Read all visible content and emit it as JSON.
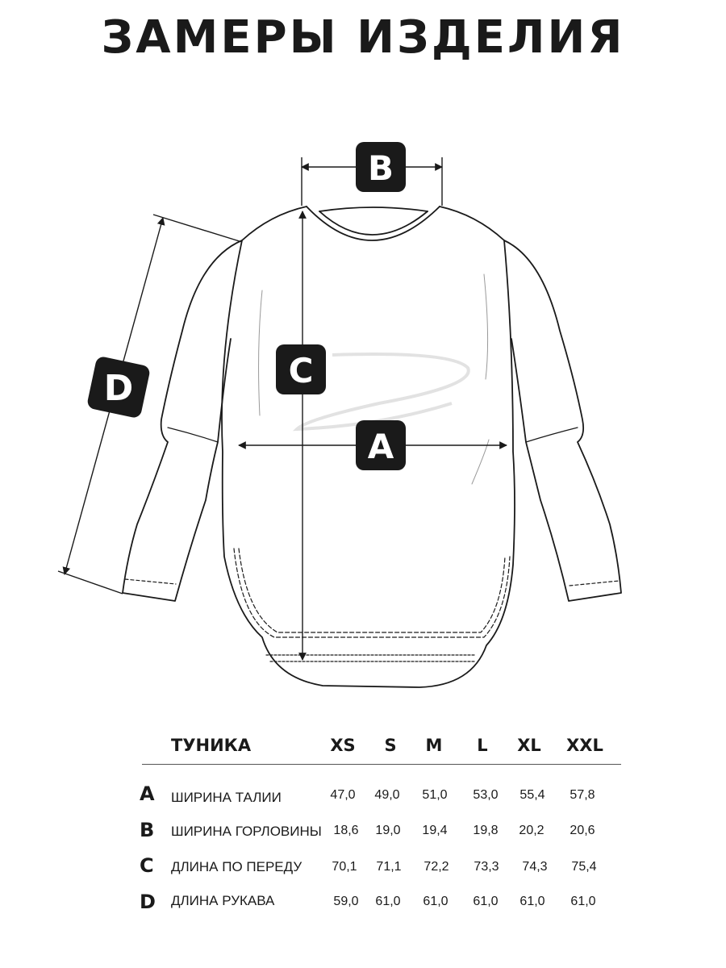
{
  "title": "ЗАМЕРЫ ИЗДЕЛИЯ",
  "diagram": {
    "markers": {
      "a": "A",
      "b": "B",
      "c": "C",
      "d": "D"
    }
  },
  "table": {
    "product": "ТУНИКА",
    "sizes": [
      "XS",
      "S",
      "M",
      "L",
      "XL",
      "XXL"
    ],
    "rows": [
      {
        "letter": "A",
        "label": "ШИРИНА ТАЛИИ",
        "values": [
          "47,0",
          "49,0",
          "51,0",
          "53,0",
          "55,4",
          "57,8"
        ]
      },
      {
        "letter": "B",
        "label": "ШИРИНА ГОРЛОВИНЫ",
        "values": [
          "18,6",
          "19,0",
          "19,4",
          "19,8",
          "20,2",
          "20,6"
        ]
      },
      {
        "letter": "C",
        "label": "ДЛИНА ПО ПЕРЕДУ",
        "values": [
          "70,1",
          "71,1",
          "72,2",
          "73,3",
          "74,3",
          "75,4"
        ]
      },
      {
        "letter": "D",
        "label": "ДЛИНА РУКАВА",
        "values": [
          "59,0",
          "61,0",
          "61,0",
          "61,0",
          "61,0",
          "61,0"
        ]
      }
    ]
  }
}
